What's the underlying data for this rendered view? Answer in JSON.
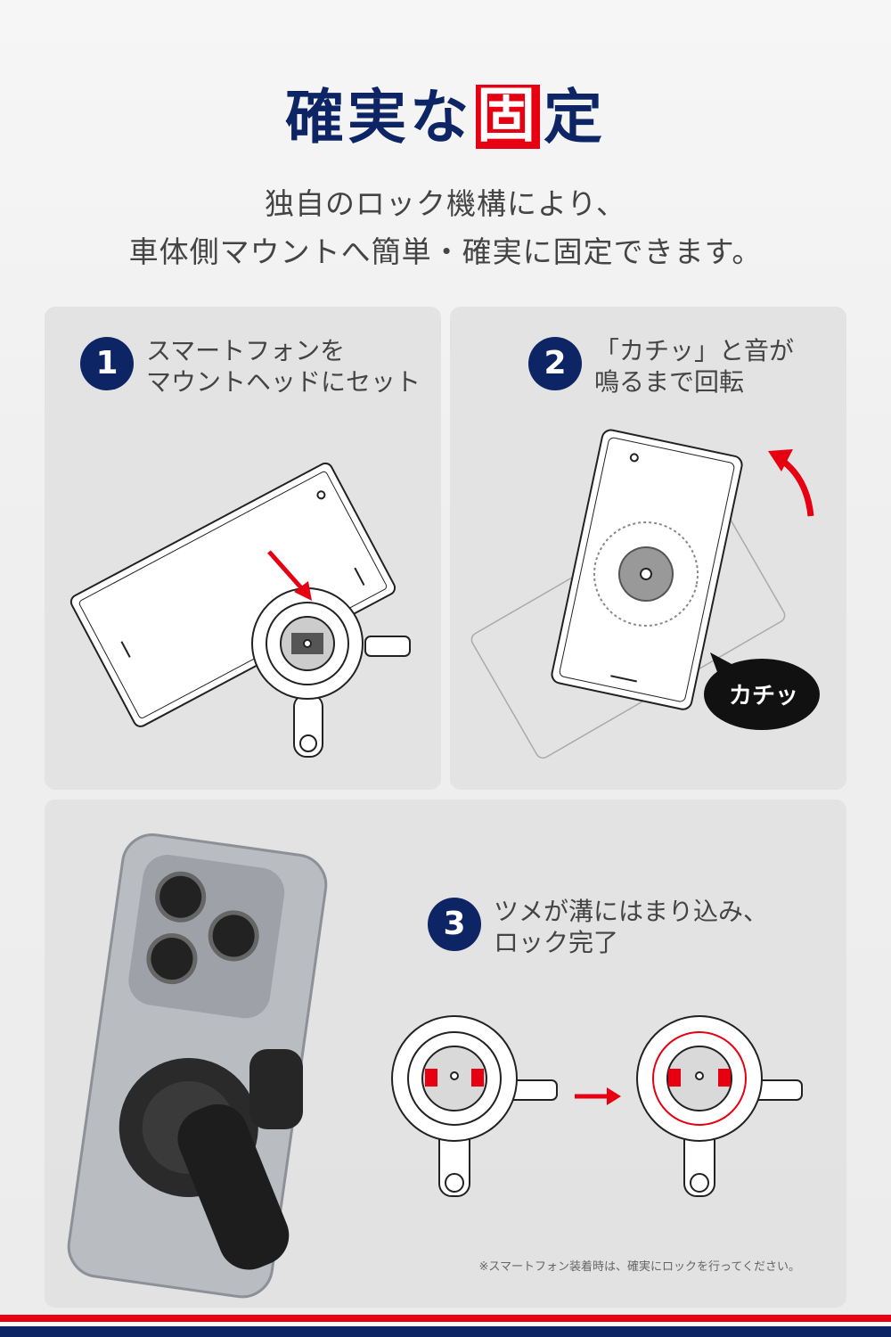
{
  "headline": {
    "before": "確実な",
    "highlight": "固",
    "after": "定"
  },
  "subtitle": {
    "line1": "独自のロック機構により、",
    "line2": "車体側マウントへ簡単・確実に固定できます。"
  },
  "steps": [
    {
      "number": "1",
      "text": "スマートフォンを\nマウントヘッドにセット"
    },
    {
      "number": "2",
      "text": "「カチッ」と音が\n鳴るまで回転"
    },
    {
      "number": "3",
      "text": "ツメが溝にはまり込み、\nロック完了"
    }
  ],
  "bubble_text": "カチッ",
  "note": "※スマートフォン装着時は、確実にロックを行ってください。",
  "colors": {
    "navy": "#0d2565",
    "red": "#e60012"
  },
  "icons": [
    "arrow-icon",
    "rotate-arrow-icon"
  ]
}
